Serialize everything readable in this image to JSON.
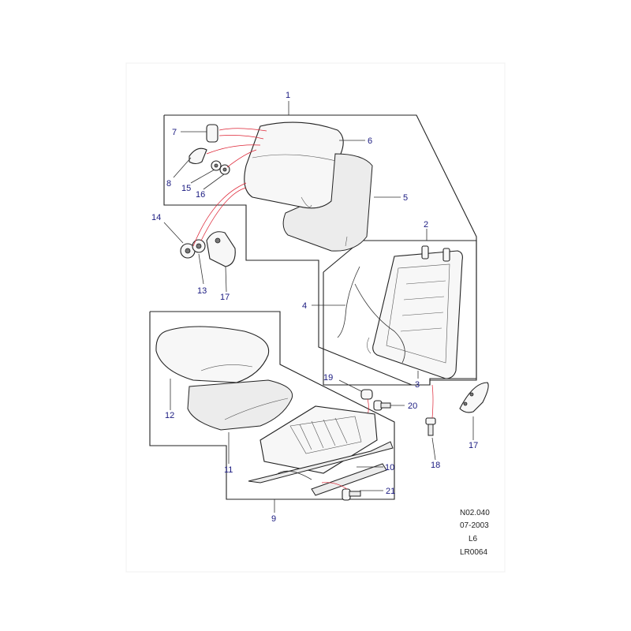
{
  "callouts": {
    "c1": "1",
    "c2": "2",
    "c3": "3",
    "c4": "4",
    "c5": "5",
    "c6": "6",
    "c7": "7",
    "c8": "8",
    "c9": "9",
    "c10": "10",
    "c11": "11",
    "c12": "12",
    "c13": "13",
    "c14": "14",
    "c15": "15",
    "c16": "16",
    "c17a": "17",
    "c17b": "17",
    "c18": "18",
    "c19": "19",
    "c20": "20",
    "c21": "21"
  },
  "footer": {
    "ref": "N02.040",
    "date": "07-2003",
    "model": "L6",
    "code": "LR0064"
  }
}
